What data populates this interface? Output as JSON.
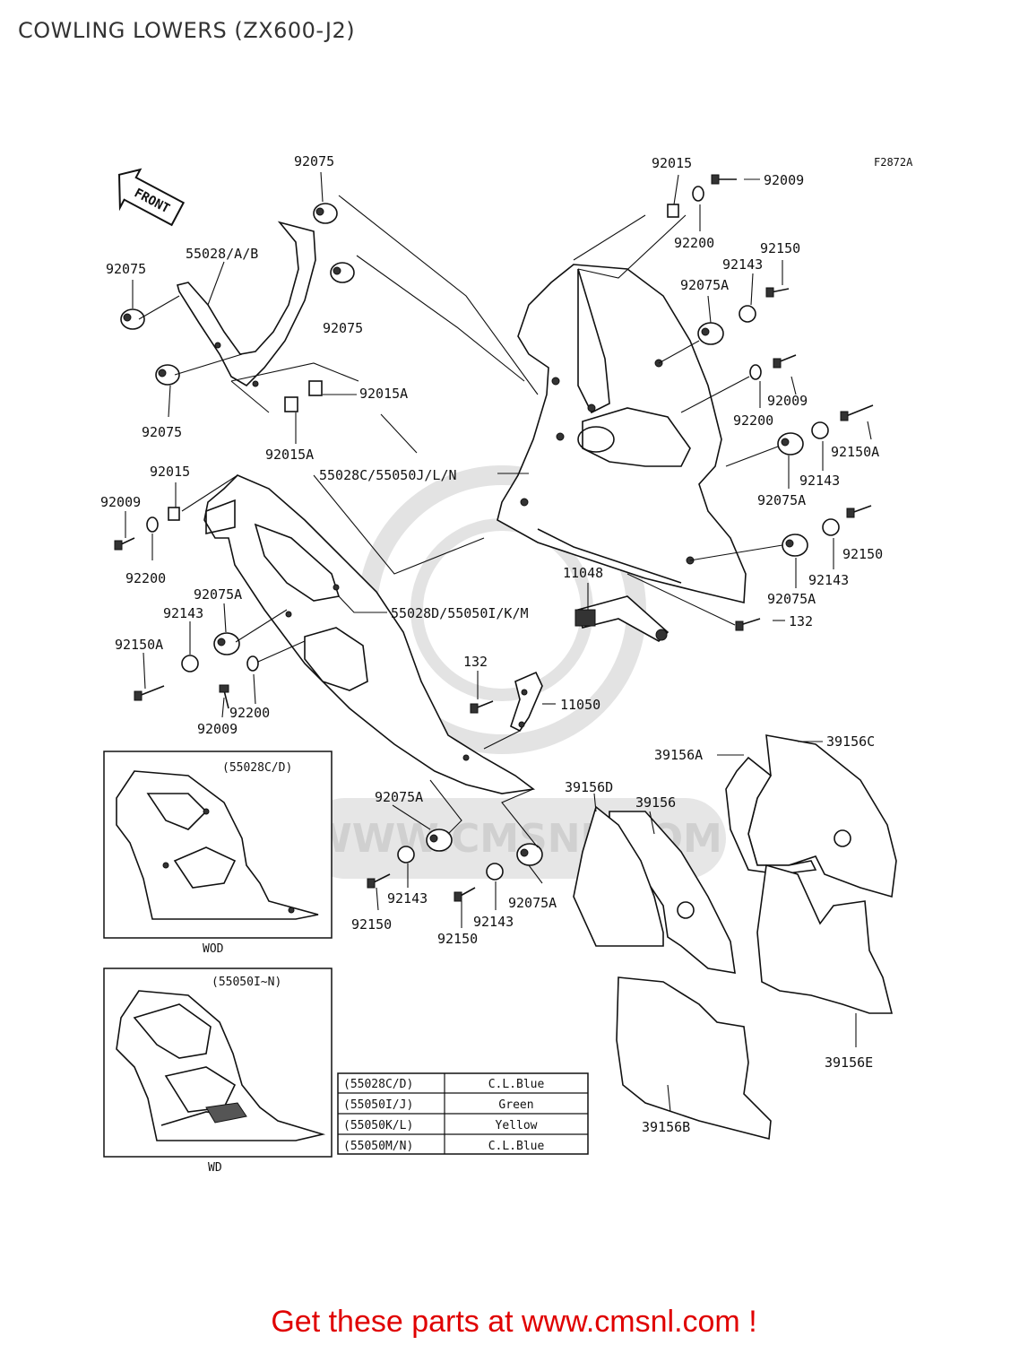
{
  "title": "COWLING LOWERS (ZX600-J2)",
  "figure_code": "F2872A",
  "front_arrow": "FRONT",
  "labels": {
    "l92075_top": "92075",
    "l55028ab": "55028/A/B",
    "l92075_left": "92075",
    "l92075_mid": "92075",
    "l92075_low": "92075",
    "l92015a_1": "92015A",
    "l92015a_2": "92015A",
    "l55028c": "55028C/55050J/L/N",
    "l92015_tr": "92015",
    "l92009_tr": "92009",
    "l92200_tr": "92200",
    "l92150_tr": "92150",
    "l92143_tr": "92143",
    "l92075a_tr": "92075A",
    "l92009_r": "92009",
    "l92200_r": "92200",
    "l92150a_r": "92150A",
    "l92143_r": "92143",
    "l92075a_r": "92075A",
    "l92150_r2": "92150",
    "l92143_r2": "92143",
    "l92075a_r2": "92075A",
    "l132_r": "132",
    "l11048": "11048",
    "l92015_l": "92015",
    "l92009_l": "92009",
    "l92200_l": "92200",
    "l92075a_l": "92075A",
    "l92143_l": "92143",
    "l92150a_l": "92150A",
    "l92009_l2": "92009",
    "l92200_l2": "92200",
    "l55028d": "55028D/55050I/K/M",
    "l132_c": "132",
    "l11050": "11050",
    "l92075a_b": "92075A",
    "l92143_b": "92143",
    "l92150_b": "92150",
    "l92143_b2": "92143",
    "l92075a_b2": "92075A",
    "l92150_b2": "92150",
    "l39156a": "39156A",
    "l39156c": "39156C",
    "l39156d": "39156D",
    "l39156": "39156",
    "l39156e": "39156E",
    "l39156b": "39156B"
  },
  "inset1": {
    "tag": "(55028C/D)",
    "caption": "WOD"
  },
  "inset2": {
    "tag": "(55050I~N)",
    "caption": "WD"
  },
  "color_table": [
    {
      "code": "(55028C/D)",
      "color": "C.L.Blue"
    },
    {
      "code": "(55050I/J)",
      "color": "Green"
    },
    {
      "code": "(55050K/L)",
      "color": "Yellow"
    },
    {
      "code": "(55050M/N)",
      "color": "C.L.Blue"
    }
  ],
  "watermark": "WWW.CMSNL.COM",
  "cta": "Get these parts at www.cmsnl.com !",
  "colors": {
    "cta": "#e00000",
    "line": "#111111",
    "watermark": "#dddddd"
  }
}
